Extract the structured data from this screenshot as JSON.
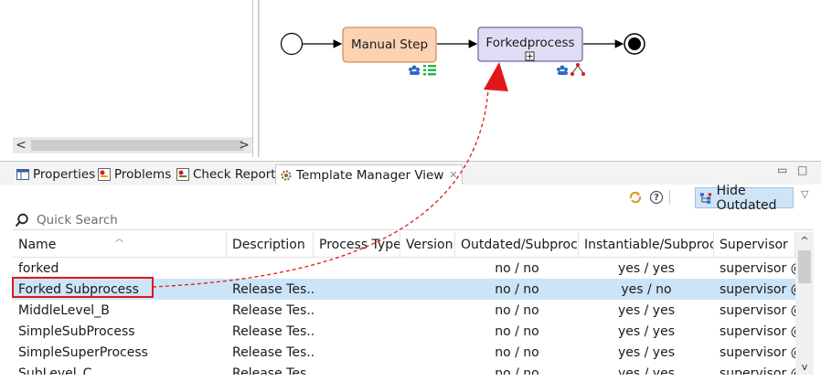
{
  "diagram": {
    "manual_step_label": "Manual Step",
    "forked_label": "Forkedprocess",
    "subprocess_marker": "⊞"
  },
  "scroll": {
    "left_arrow": "<",
    "right_arrow": ">",
    "up_arrow": "^",
    "down_arrow": "v"
  },
  "tabs": [
    {
      "label": "Properties"
    },
    {
      "label": "Problems"
    },
    {
      "label": "Check Report"
    },
    {
      "label": "Template Manager View",
      "close": "✕"
    }
  ],
  "window_controls": {
    "minimize": "▭",
    "maximize": "□"
  },
  "toolbar": {
    "hide_outdated_label": "Hide Outdated",
    "help_label": "?",
    "view_menu": "▽"
  },
  "search": {
    "placeholder": "Quick Search"
  },
  "table": {
    "columns": [
      "Name",
      "Description",
      "Process Type",
      "Version",
      "Outdated/Subproc.",
      "Instantiable/Subproc.",
      "Supervisor"
    ],
    "rows": [
      [
        "forked",
        "",
        "",
        "",
        "no / no",
        "yes / yes",
        "supervisor @"
      ],
      [
        "Forked Subprocess",
        "Release Tes...",
        "",
        "",
        "no / no",
        "yes / no",
        "supervisor @"
      ],
      [
        "MiddleLevel_B",
        "Release Tes...",
        "",
        "",
        "no / no",
        "yes / yes",
        "supervisor @"
      ],
      [
        "SimpleSubProcess",
        "Release Tes...",
        "",
        "",
        "no / no",
        "yes / yes",
        "supervisor @"
      ],
      [
        "SimpleSuperProcess",
        "Release Tes...",
        "",
        "",
        "no / no",
        "yes / yes",
        "supervisor @"
      ],
      [
        "SubLevel_C",
        "Release Tes...",
        "",
        "",
        "no / no",
        "yes / yes",
        "supervisor @"
      ]
    ],
    "selected_row": 1
  },
  "colors": {
    "manual_fill": "#fcd2b2",
    "manual_stroke": "#c07a3e",
    "forked_fill": "#e0dcf6",
    "forked_stroke": "#4a4a8a",
    "arrow_red": "#e01818",
    "selection": "#cce4f7"
  }
}
